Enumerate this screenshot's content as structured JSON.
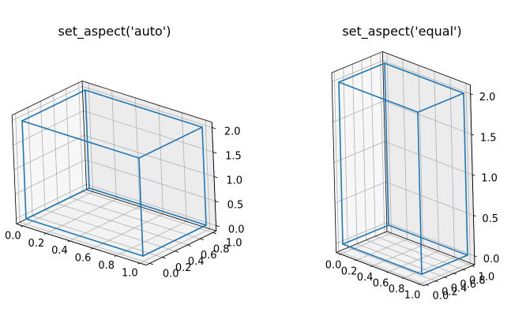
{
  "chart_data": [
    {
      "type": "line3d",
      "title": "set_aspect('auto')",
      "aspect": "auto",
      "xlim": [
        0,
        1
      ],
      "ylim": [
        0,
        1
      ],
      "zlim": [
        0,
        2
      ],
      "xticks": [
        "0.0",
        "0.2",
        "0.4",
        "0.6",
        "0.8",
        "1.0"
      ],
      "yticks": [
        "0.0",
        "0.2",
        "0.4",
        "0.6",
        "0.8",
        "1.0"
      ],
      "zticks": [
        "0.0",
        "0.5",
        "1.0",
        "1.5",
        "2.0"
      ],
      "grid": true,
      "series": [
        {
          "color": "#1f77b4",
          "edges": [
            [
              [
                0,
                0,
                0
              ],
              [
                1,
                0,
                0
              ]
            ],
            [
              [
                1,
                0,
                0
              ],
              [
                1,
                1,
                0
              ]
            ],
            [
              [
                1,
                1,
                0
              ],
              [
                0,
                1,
                0
              ]
            ],
            [
              [
                0,
                1,
                0
              ],
              [
                0,
                0,
                0
              ]
            ],
            [
              [
                0,
                0,
                2
              ],
              [
                1,
                0,
                2
              ]
            ],
            [
              [
                1,
                0,
                2
              ],
              [
                1,
                1,
                2
              ]
            ],
            [
              [
                1,
                1,
                2
              ],
              [
                0,
                1,
                2
              ]
            ],
            [
              [
                0,
                1,
                2
              ],
              [
                0,
                0,
                2
              ]
            ],
            [
              [
                0,
                0,
                0
              ],
              [
                0,
                0,
                2
              ]
            ],
            [
              [
                1,
                0,
                0
              ],
              [
                1,
                0,
                2
              ]
            ],
            [
              [
                1,
                1,
                0
              ],
              [
                1,
                1,
                2
              ]
            ],
            [
              [
                0,
                1,
                0
              ],
              [
                0,
                1,
                2
              ]
            ]
          ]
        }
      ]
    },
    {
      "type": "line3d",
      "title": "set_aspect('equal')",
      "aspect": "equal",
      "xlim": [
        0,
        1
      ],
      "ylim": [
        0,
        1
      ],
      "zlim": [
        0,
        2
      ],
      "xticks": [
        "0.0",
        "0.2",
        "0.4",
        "0.6",
        "0.8",
        "1.0"
      ],
      "yticks": [
        "0.0",
        "0.2",
        "0.4",
        "0.6",
        "0.8",
        "1.0"
      ],
      "zticks": [
        "0.0",
        "0.5",
        "1.0",
        "1.5",
        "2.0"
      ],
      "grid": true,
      "series": [
        {
          "color": "#1f77b4",
          "edges": [
            [
              [
                0,
                0,
                0
              ],
              [
                1,
                0,
                0
              ]
            ],
            [
              [
                1,
                0,
                0
              ],
              [
                1,
                1,
                0
              ]
            ],
            [
              [
                1,
                1,
                0
              ],
              [
                0,
                1,
                0
              ]
            ],
            [
              [
                0,
                1,
                0
              ],
              [
                0,
                0,
                0
              ]
            ],
            [
              [
                0,
                0,
                2
              ],
              [
                1,
                0,
                2
              ]
            ],
            [
              [
                1,
                0,
                2
              ],
              [
                1,
                1,
                2
              ]
            ],
            [
              [
                1,
                1,
                2
              ],
              [
                0,
                1,
                2
              ]
            ],
            [
              [
                0,
                1,
                2
              ],
              [
                0,
                0,
                2
              ]
            ],
            [
              [
                0,
                0,
                0
              ],
              [
                0,
                0,
                2
              ]
            ],
            [
              [
                1,
                0,
                0
              ],
              [
                1,
                0,
                2
              ]
            ],
            [
              [
                1,
                1,
                0
              ],
              [
                1,
                1,
                2
              ]
            ],
            [
              [
                0,
                1,
                0
              ],
              [
                0,
                1,
                2
              ]
            ]
          ]
        }
      ]
    }
  ]
}
